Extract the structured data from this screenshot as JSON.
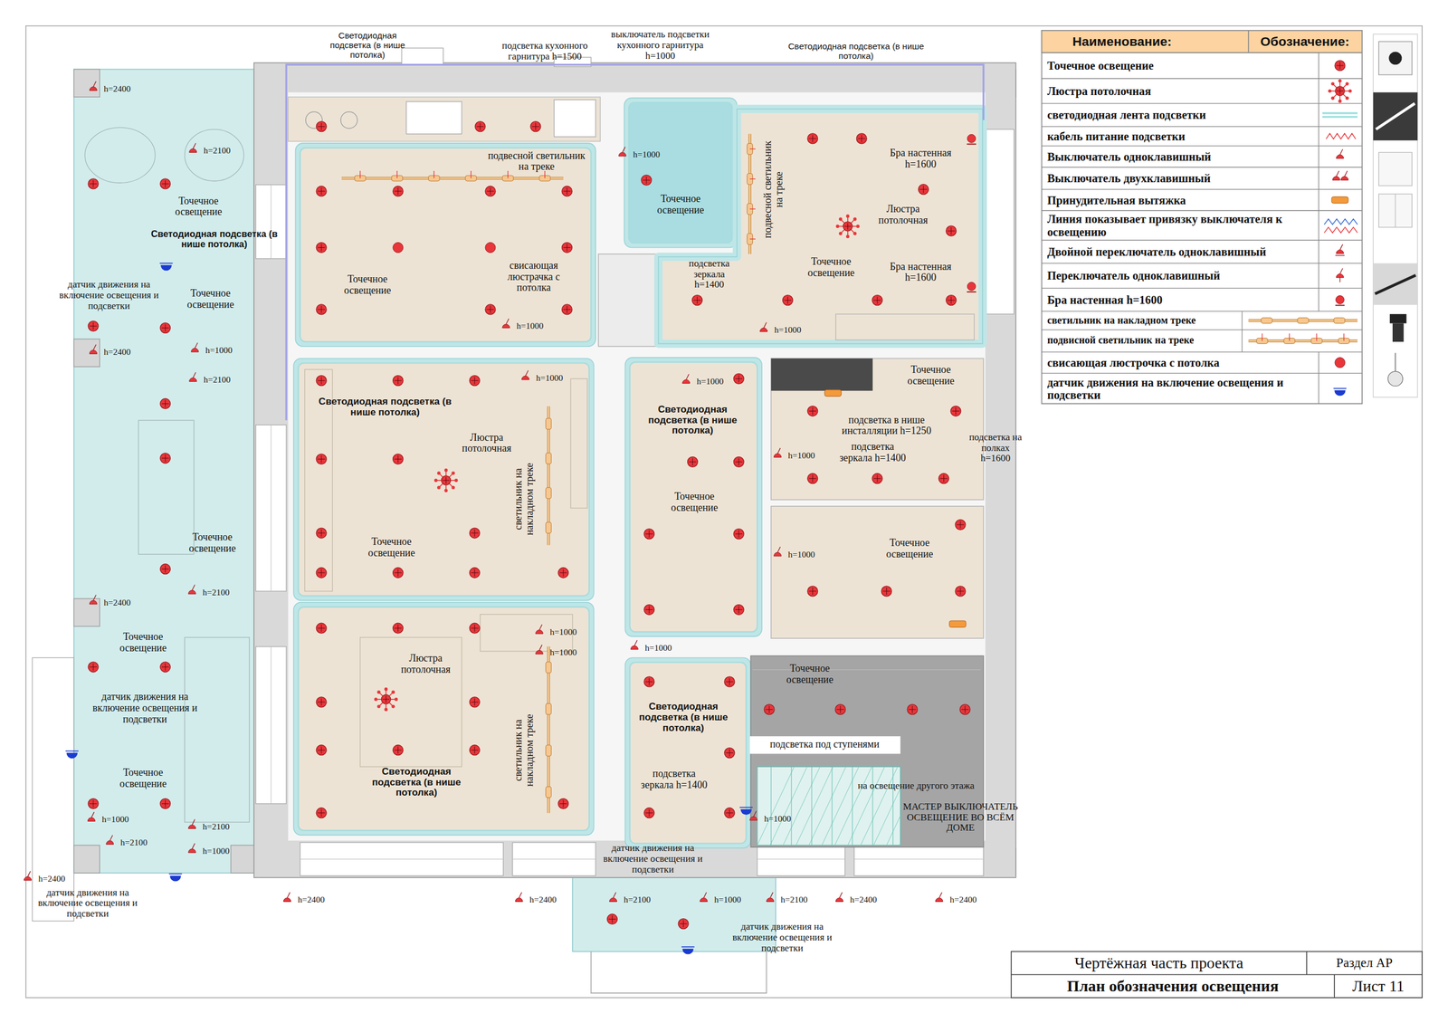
{
  "diagram": {
    "nodes": [
      {
        "text": [
          "Точечное освещение",
          "Точечное освещение",
          "Точечное освещение",
          "Точечное освещение",
          "датчик движения на включение освещения и подсветки",
          "Точечное освещение"
        ]
      },
      {
        "text": [
          "подвесной светильник на треке",
          "свисающая люстрачка с потолка",
          "Точечное освещение"
        ]
      },
      {
        "text": [
          "Точечное освещение"
        ]
      },
      {
        "text": [
          "подвесной светильник на треке",
          "Бра настенная h=1600",
          "Люстра потолочная",
          "Точечное освещение",
          "Бра настенная h=1600"
        ]
      },
      {
        "text": [
          "Светодиодная подсветка (в нише потолка)",
          "Люстра потолочная",
          "светильник на накладном треке",
          "Точечное освещение"
        ]
      },
      {
        "text": [
          "Светодиодная подсветка (в нише потолка)",
          "Точечное освещение"
        ]
      },
      {
        "text": [
          "Точечное освещение",
          "подсветка в нише инсталляции h=1250",
          "подсветка зеркала h=1400"
        ]
      },
      {
        "text": [
          "Точечное освещение"
        ]
      },
      {
        "text": [
          "Люстра потолочная",
          "светильник на накладном треке",
          "Светодиодная подсветка (в нише потолка)"
        ]
      },
      {
        "text": [
          "Светодиодная подсветка (в нише потолка)",
          "подсветка зеркала h=1400"
        ]
      },
      {
        "text": [
          "Точечное освещение",
          "подсветка под ступенями"
        ]
      },
      {
        "text": [
          "Чертёжная часть проекта"
        ]
      },
      {
        "text": [
          "Раздел АР"
        ]
      },
      {
        "text": [
          "План обозначения освещения"
        ]
      },
      {
        "text": [
          "Лист 11"
        ]
      }
    ],
    "labels": [
      "Наименование:",
      "Обозначение:",
      "Светодиодная подсветка (в нише потолка)",
      "подсветка кухонного гарнитура h=1500",
      "выключатель подсветки кухонного гарнитура h=1000",
      "Светодиодная подсветка (в нише потолка)",
      "h=2400",
      "h=2100",
      "Светодиодная подсветка (в нише потолка)",
      "датчик движения на включение освещения и подсветки",
      "h=1000",
      "h=2400",
      "h=2100",
      "h=2100",
      "h=2400",
      "h=1000",
      "h=2100",
      "h=2100",
      "h=1000",
      "h=2400",
      "датчик движения на включение освещения и подсветки",
      "h=1000",
      "подсветка зеркала h=1400",
      "h=1000",
      "h=1000",
      "h=1000",
      "h=1000",
      "подсветка на полках h=1600",
      "h=1000",
      "h=1000",
      "h=1000",
      "h=1000",
      "h=1000",
      "на освещение другого этажа",
      "МАСТЕР ВЫКЛЮЧАТЕЛЬ ОСВЕЩЕНИЕ ВО ВСЁМ ДОМЕ",
      "h=1000",
      "датчик движения на включение освещения и подсветки",
      "h=2400",
      "h=2400",
      "h=2100",
      "h=1000",
      "h=2100",
      "h=2400",
      "h=2400",
      "датчик движения на включение освещения и подсветки"
    ],
    "legend": [
      {
        "text": "Точечное освещение"
      },
      {
        "text": "Люстра потолочная"
      },
      {
        "text": "светодиодная лента подсветки"
      },
      {
        "text": "кабель питание подсветки"
      },
      {
        "text": "Выключатель одноклавишный"
      },
      {
        "text": "Выключатель двухклавишный"
      },
      {
        "text": "Принудительная вытяжка"
      },
      {
        "text": "Линия показывает привязку выключателя к освещению"
      },
      {
        "text": "Двойной переключатель одноклавишный"
      },
      {
        "text": "Переключатель одноклавишный"
      },
      {
        "text": "Бра настенная h=1600"
      },
      {
        "text": "светильник на накладном треке"
      },
      {
        "text": "подвисной светильник на треке"
      },
      {
        "text": "свисающая люстрочка с потолка"
      },
      {
        "text": "датчик движения на включение освещения и подсветки"
      }
    ]
  }
}
